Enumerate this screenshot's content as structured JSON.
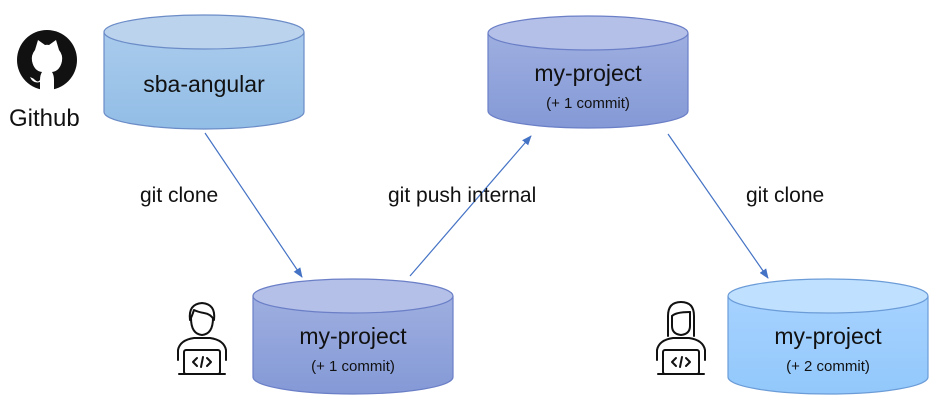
{
  "colors": {
    "light_blue_top": "#bcd3ee",
    "light_blue_body": "#9cc3e6",
    "mid_blue_top": "#b4c0e8",
    "mid_blue_body": "#8fa4dc",
    "bright_blue_top": "#bfe0ff",
    "bright_blue_body": "#99ccff",
    "cylinder_outline": "#6b8cc7",
    "arrow": "#4472c4",
    "icon": "#111111"
  },
  "github": {
    "icon": "github-octocat-icon",
    "label": "Github"
  },
  "nodes": {
    "origin_repo": {
      "title": "sba-angular",
      "subtitle": ""
    },
    "internal_repo": {
      "title": "my-project",
      "subtitle": "(+ 1 commit)"
    },
    "dev1_repo": {
      "title": "my-project",
      "subtitle": "(+ 1 commit)"
    },
    "dev2_repo": {
      "title": "my-project",
      "subtitle": "(+ 2 commit)"
    }
  },
  "edges": {
    "clone_1": "git clone",
    "push_internal": "git push internal",
    "clone_2": "git clone"
  },
  "people": {
    "developer_1": "developer-man-laptop-icon",
    "developer_2": "developer-woman-laptop-icon"
  }
}
